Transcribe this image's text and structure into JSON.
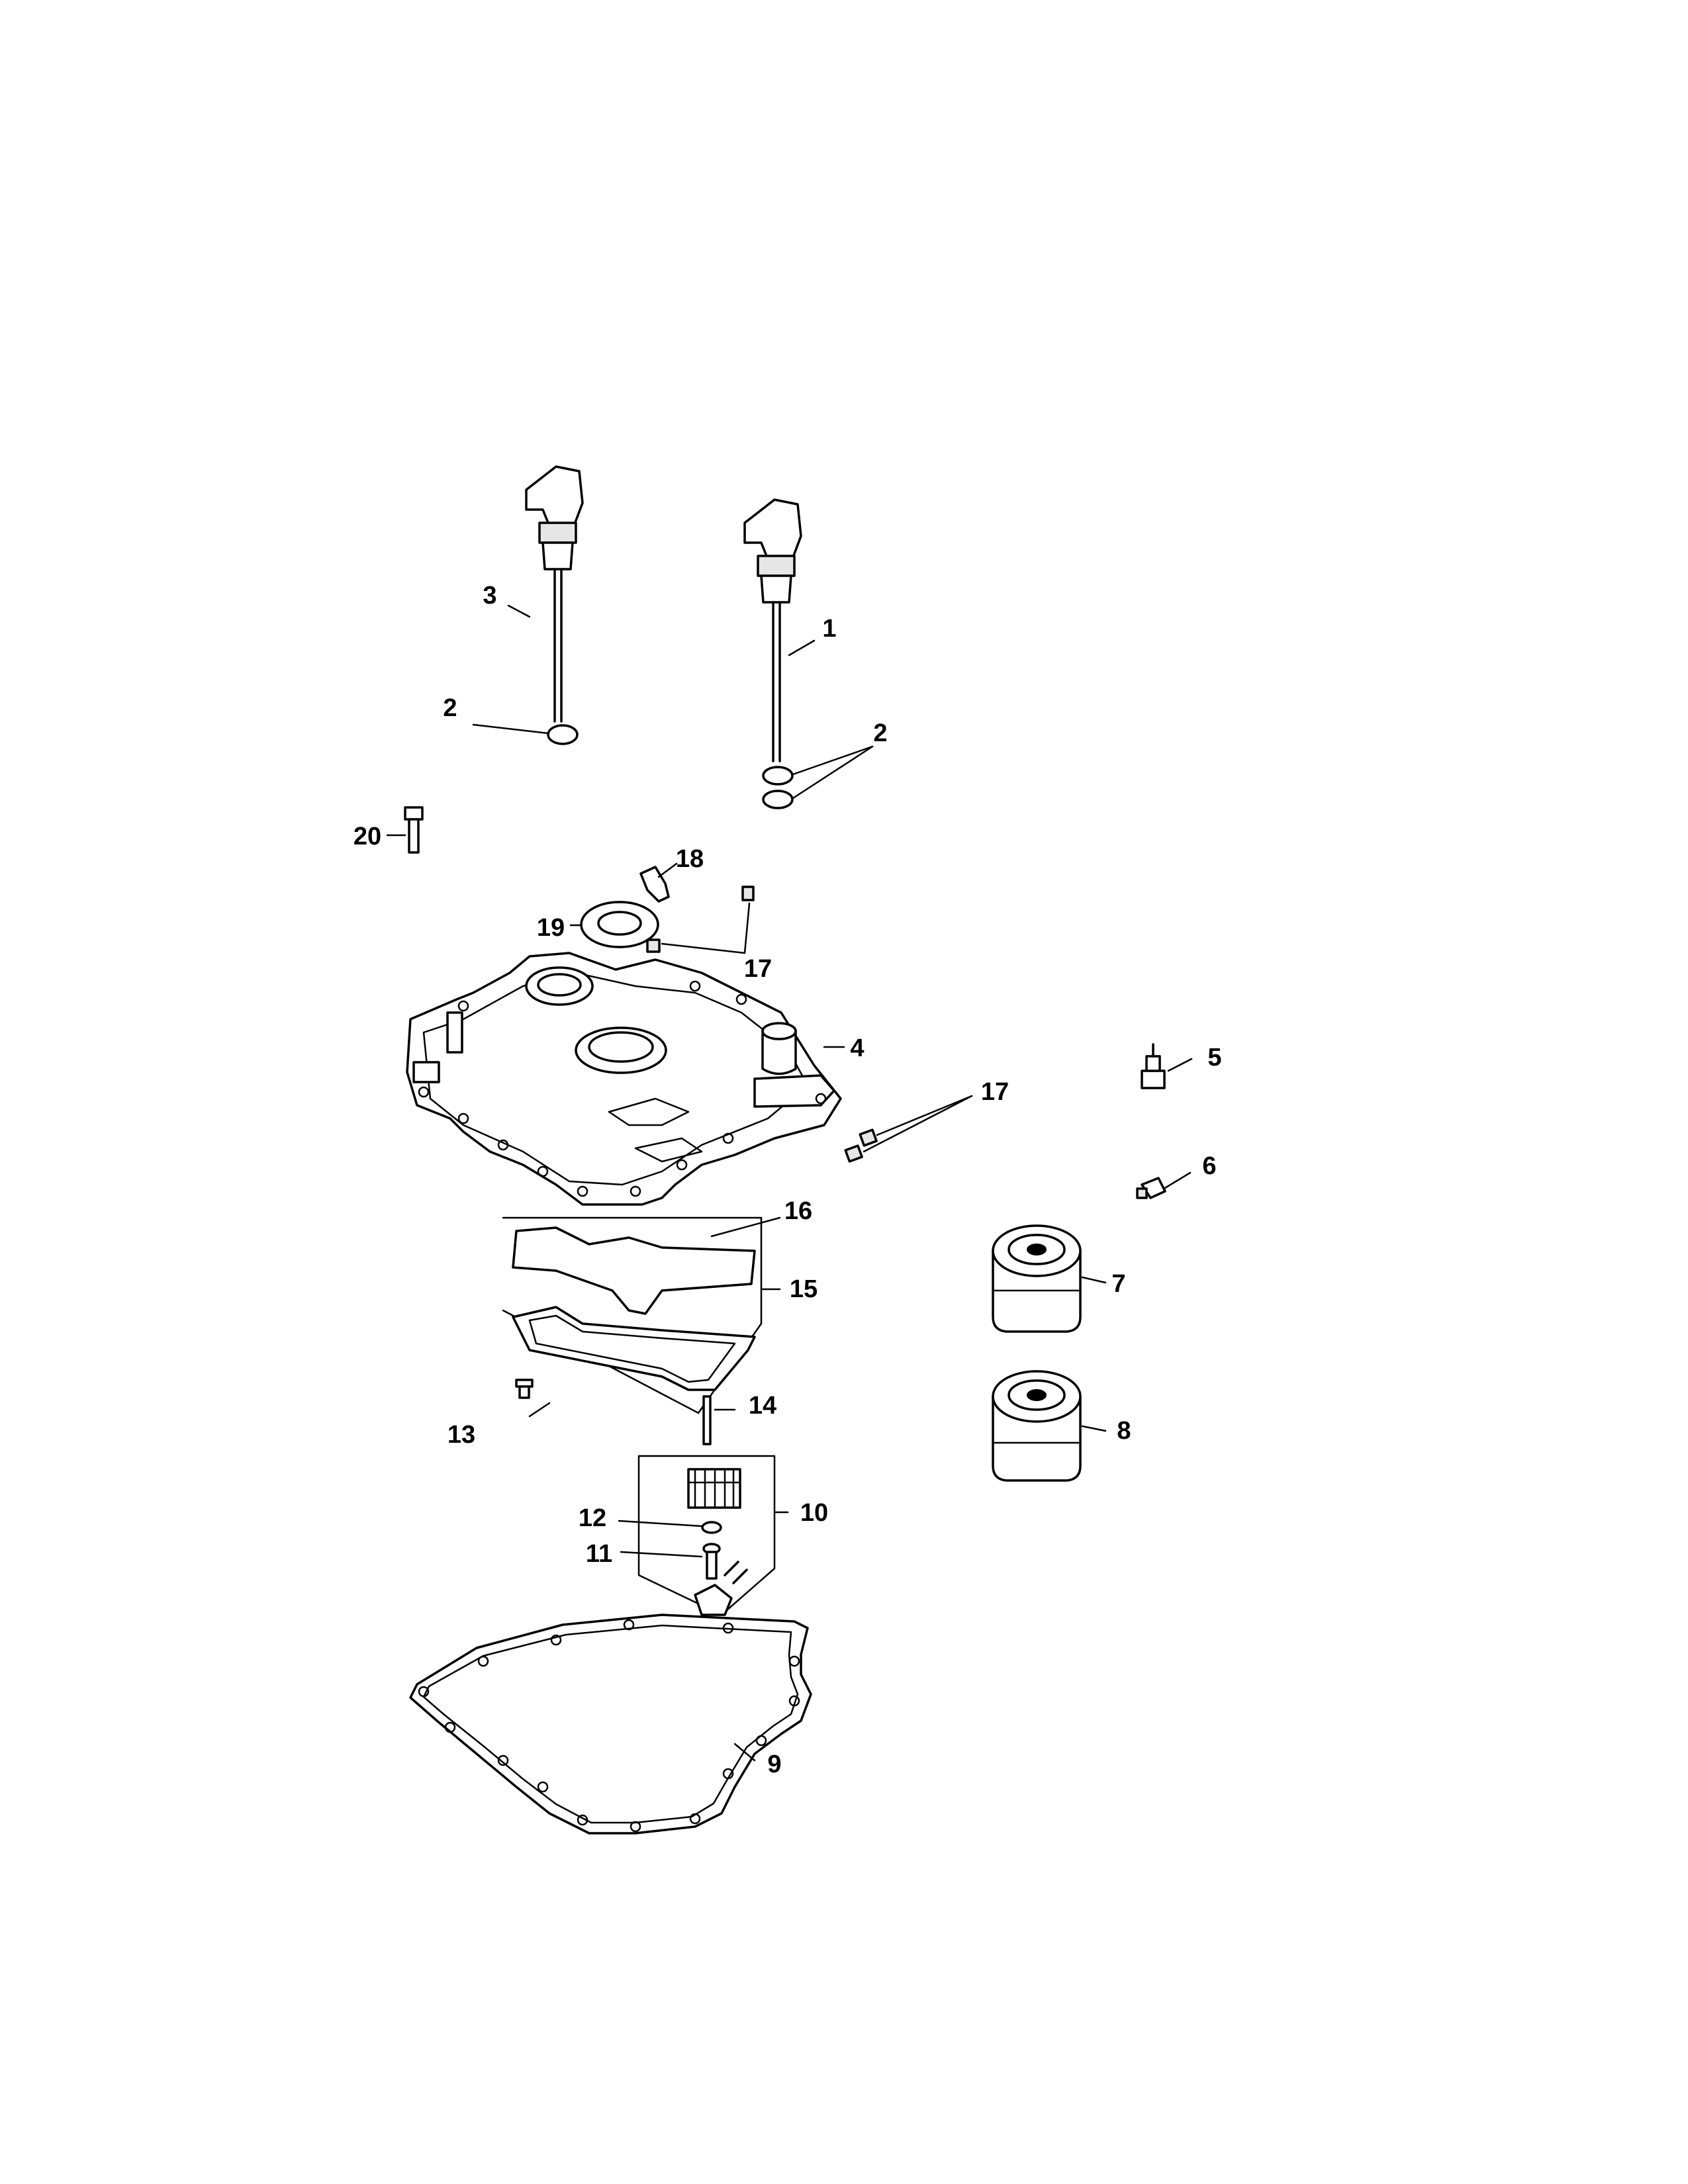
{
  "callouts": {
    "c1": "1",
    "c2a": "2",
    "c2b": "2",
    "c3": "3",
    "c4": "4",
    "c5": "5",
    "c6": "6",
    "c7": "7",
    "c8": "8",
    "c9": "9",
    "c10": "10",
    "c11": "11",
    "c12": "12",
    "c13": "13",
    "c14": "14",
    "c15": "15",
    "c16": "16",
    "c17a": "17",
    "c17b": "17",
    "c18": "18",
    "c19": "19",
    "c20": "20"
  }
}
